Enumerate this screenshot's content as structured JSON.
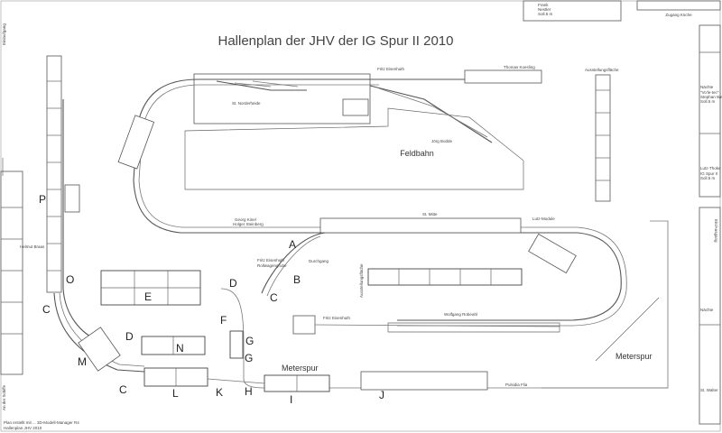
{
  "title": "Hallenplan der JHV der IG Spur II 2010",
  "region_labels": {
    "feldbahn": "Feldbahn",
    "meterspur_left": "Meterspur",
    "meterspur_right": "Meterspur"
  },
  "module_labels": {
    "fritz_eisenhuth_top": "Fritz Eisenhuth",
    "thomas_koesling": "Thomas Koesling",
    "st_norderheide": "St. Norderheide",
    "joerg_bodde": "Jörg Bodde",
    "georg_kinel": "Georg Kinel",
    "holger_steinberg": "Holger Steinberg",
    "st_mitte": "St. Mitte",
    "lutz_module": "Lutz-Module",
    "fritz_eisenhuth_grube": "Fritz Eisenhuth",
    "rollwagengrube": "Rollwagengrube",
    "durchgang": "Durchgang",
    "fritz_eisenhuth_bottom": "Fritz Eisenhuth",
    "wolfgang_robeahl": "Wolfgang Robeahl",
    "ausstellungsflaeche_top": "Ausstellungsfläche",
    "ausstellungsflaeche_mid": "Ausstellungsfläche",
    "helmut_braas": "Helmut Braas",
    "pulsidia_flia": "Pulsidia Flia",
    "zugang_kueche": "Zugang Küche",
    "frank_nestler": "Frank\nNestler\nSoll.5 m",
    "naechte": "Nächte",
    "vorle_ltec": "\"Vo'le-tec\"\nStephan Weber\nSoll.5 m",
    "lutz_thoeke": "Lutz-Thoke",
    "ig_spur_ii": "IG Spur II\nSoll.5 m",
    "naechte_right": "Nächte",
    "st_walter": "St. Walter",
    "ein_ausgang": "Ein/Ausgang",
    "einlaufgang_left": "Einlaufgang",
    "an_der_schiffe": "An der Schiffe",
    "footer": "Plan erstellt mit ... 3D-Modell-Manager R4\nHallenplan JHV 2010"
  },
  "area_letters": {
    "A": "A",
    "B": "B",
    "C1": "C",
    "C2": "C",
    "C3": "C",
    "D1": "D",
    "D2": "D",
    "E": "E",
    "F": "F",
    "G1": "G",
    "G2": "G",
    "H": "H",
    "I": "I",
    "J": "J",
    "K": "K",
    "L": "L",
    "M": "M",
    "N": "N",
    "O": "O",
    "P": "P"
  }
}
